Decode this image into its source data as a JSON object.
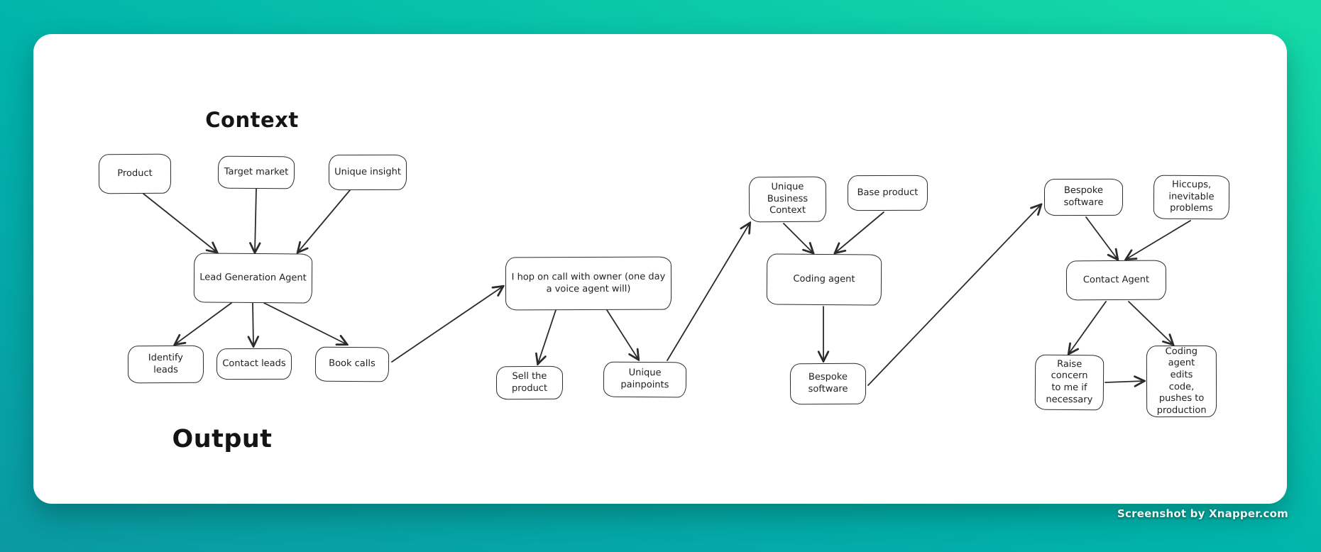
{
  "window": {
    "watermark": "Screenshot by Xnapper.com"
  },
  "colors": {
    "background_gradient_start": "#0a99a2",
    "background_gradient_mid": "#00b4ab",
    "background_gradient_end": "#16dba7",
    "card_background": "#ffffff",
    "stroke": "#2b2b2b",
    "text": "#1f1f1f"
  },
  "diagram": {
    "headings": {
      "context": "Context",
      "output": "Output"
    },
    "nodes": {
      "product": {
        "label": "Product"
      },
      "target_market": {
        "label": "Target market"
      },
      "unique_insight": {
        "label": "Unique insight"
      },
      "lead_generation_agent": {
        "label": "Lead Generation Agent"
      },
      "identify_leads": {
        "label": "Identify leads"
      },
      "contact_leads": {
        "label": "Contact leads"
      },
      "book_calls": {
        "label": "Book calls"
      },
      "hop_on_call": {
        "label": "I hop on call with owner (one day a voice agent will)"
      },
      "sell_the_product": {
        "label": "Sell the product"
      },
      "unique_painpoints": {
        "label": "Unique painpoints"
      },
      "unique_business_context": {
        "label": "Unique Business Context"
      },
      "base_product": {
        "label": "Base product"
      },
      "coding_agent": {
        "label": "Coding agent"
      },
      "bespoke_software_output": {
        "label": "Bespoke software"
      },
      "bespoke_software_context": {
        "label": "Bespoke software"
      },
      "hiccups": {
        "label": "Hiccups, inevitable problems"
      },
      "contact_agent": {
        "label": "Contact Agent"
      },
      "raise_concern": {
        "label": "Raise concern to me if necessary"
      },
      "coding_agent_edits": {
        "label": "Coding agent edits code, pushes to production"
      }
    },
    "edges": [
      {
        "from": "product",
        "to": "lead_generation_agent"
      },
      {
        "from": "target_market",
        "to": "lead_generation_agent"
      },
      {
        "from": "unique_insight",
        "to": "lead_generation_agent"
      },
      {
        "from": "lead_generation_agent",
        "to": "identify_leads"
      },
      {
        "from": "lead_generation_agent",
        "to": "contact_leads"
      },
      {
        "from": "lead_generation_agent",
        "to": "book_calls"
      },
      {
        "from": "book_calls",
        "to": "hop_on_call"
      },
      {
        "from": "hop_on_call",
        "to": "sell_the_product"
      },
      {
        "from": "hop_on_call",
        "to": "unique_painpoints"
      },
      {
        "from": "unique_painpoints",
        "to": "unique_business_context"
      },
      {
        "from": "unique_business_context",
        "to": "coding_agent"
      },
      {
        "from": "base_product",
        "to": "coding_agent"
      },
      {
        "from": "coding_agent",
        "to": "bespoke_software_output"
      },
      {
        "from": "bespoke_software_output",
        "to": "bespoke_software_context"
      },
      {
        "from": "bespoke_software_context",
        "to": "contact_agent"
      },
      {
        "from": "hiccups",
        "to": "contact_agent"
      },
      {
        "from": "contact_agent",
        "to": "raise_concern"
      },
      {
        "from": "contact_agent",
        "to": "coding_agent_edits"
      },
      {
        "from": "raise_concern",
        "to": "coding_agent_edits"
      }
    ]
  }
}
